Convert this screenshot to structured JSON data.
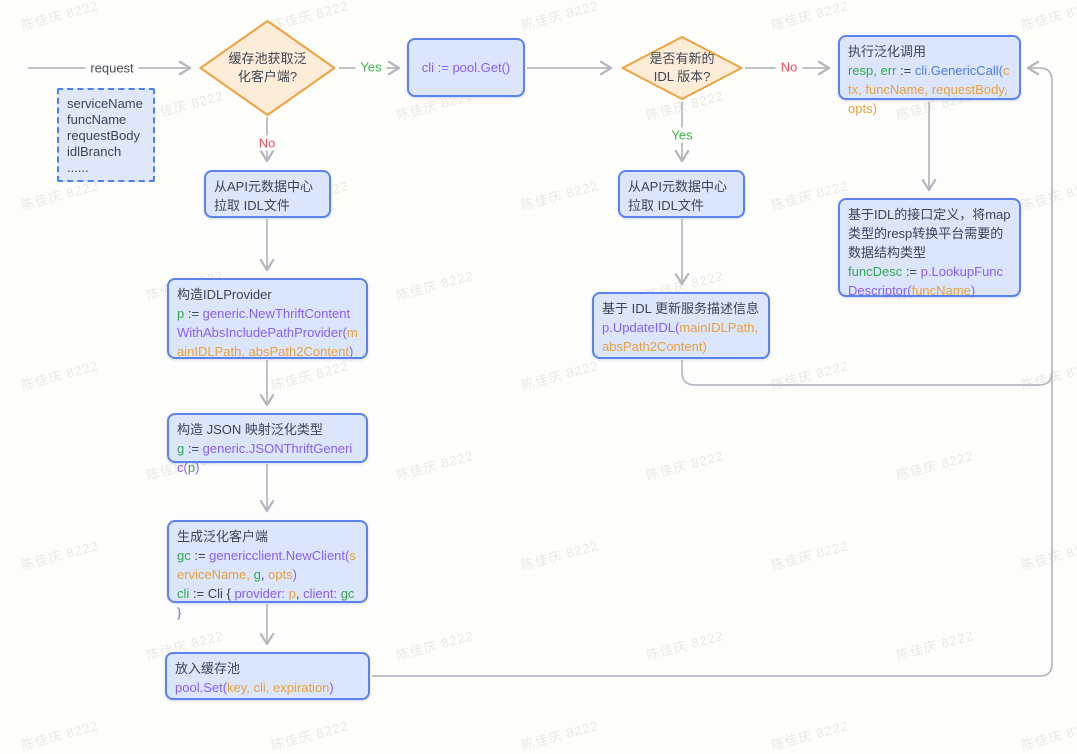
{
  "watermark": "陈佳庆 8222",
  "colors": {
    "background": "#fdfdfb",
    "box_fill": "#dbe5fc",
    "box_border": "#5d82ee",
    "dashed_border": "#4d7ef2",
    "diamond_fill": "#fcecd8",
    "diamond_border": "#f0a23e",
    "connector": "#b4b8be",
    "yes_label": "#3cb54a",
    "no_label": "#ef4f5c",
    "code_green": "#35a84c",
    "code_purple": "#8a5ef5",
    "code_orange": "#e8a23b",
    "code_blue": "#4d7ce4",
    "text": "#3e4552"
  },
  "labels": {
    "request": "request",
    "yes1": "Yes",
    "no1": "No",
    "no2": "No",
    "yes2": "Yes"
  },
  "params_box": {
    "lines": [
      "serviceName",
      "funcName",
      "requestBody",
      "idlBranch",
      "......"
    ]
  },
  "decision_cache": {
    "line1": "缓存池获取泛",
    "line2": "化客户端?"
  },
  "decision_idl": {
    "line1": "是否有新的",
    "line2": "IDL 版本?"
  },
  "pool_get": {
    "code": [
      {
        "t": "cli := pool.Get()",
        "c": "purple"
      }
    ]
  },
  "generic_call": {
    "title": "执行泛化调用",
    "code": [
      {
        "t": "resp, err",
        "c": "green"
      },
      {
        "t": " := ",
        "c": "dark"
      },
      {
        "t": "cli.GenericCall(",
        "c": "blue"
      },
      {
        "t": "ctx, funcName, requestBody, opts)",
        "c": "orange"
      }
    ]
  },
  "lookup_desc": {
    "title": "基于IDL的接口定义，将map类型的resp转换平台需要的数据结构类型",
    "code": [
      {
        "t": "funcDesc",
        "c": "green"
      },
      {
        "t": " := ",
        "c": "dark"
      },
      {
        "t": "p.LookupFuncDescriptor(",
        "c": "purple"
      },
      {
        "t": "funcName",
        "c": "orange"
      },
      {
        "t": ")",
        "c": "purple"
      }
    ]
  },
  "pull_idl_left": {
    "text": "从API元数据中心拉取 IDL文件"
  },
  "pull_idl_mid": {
    "text": "从API元数据中心拉取 IDL文件"
  },
  "update_idl": {
    "title": "基于 IDL 更新服务描述信息",
    "code": [
      {
        "t": "p.UpdateIDL(",
        "c": "purple"
      },
      {
        "t": "mainIDLPath, absPath2Content)",
        "c": "orange"
      }
    ]
  },
  "provider": {
    "title": "构造IDLProvider",
    "code": [
      {
        "t": "p",
        "c": "green"
      },
      {
        "t": " := ",
        "c": "dark"
      },
      {
        "t": "generic.NewThriftContentWithAbsIncludePathProvider(",
        "c": "purple"
      },
      {
        "t": "mainIDLPath, absPath2Content",
        "c": "orange"
      },
      {
        "t": ")",
        "c": "purple"
      }
    ]
  },
  "json_generic": {
    "title": "构造 JSON 映射泛化类型",
    "code": [
      {
        "t": "g",
        "c": "green"
      },
      {
        "t": " := ",
        "c": "dark"
      },
      {
        "t": "generic.JSONThriftGeneric(",
        "c": "purple"
      },
      {
        "t": "p",
        "c": "green"
      },
      {
        "t": ")",
        "c": "purple"
      }
    ]
  },
  "new_client": {
    "title": "生成泛化客户端",
    "code1": [
      {
        "t": "gc",
        "c": "green"
      },
      {
        "t": " := ",
        "c": "dark"
      },
      {
        "t": "genericclient.NewClient(",
        "c": "purple"
      },
      {
        "t": "serviceName, ",
        "c": "orange"
      },
      {
        "t": "g",
        "c": "green"
      },
      {
        "t": ", ",
        "c": "dark"
      },
      {
        "t": "opts",
        "c": "orange"
      },
      {
        "t": ")",
        "c": "purple"
      }
    ],
    "code2": [
      {
        "t": "cli",
        "c": "green"
      },
      {
        "t": " := Cli { ",
        "c": "dark"
      },
      {
        "t": "provider: ",
        "c": "purple"
      },
      {
        "t": "p",
        "c": "orange"
      },
      {
        "t": ", ",
        "c": "dark"
      },
      {
        "t": "client: ",
        "c": "purple"
      },
      {
        "t": "gc",
        "c": "green"
      },
      {
        "t": " }",
        "c": "purple"
      }
    ]
  },
  "pool_set": {
    "title": "放入缓存池",
    "code": [
      {
        "t": "pool.Set(",
        "c": "purple"
      },
      {
        "t": "key, cli, expiration",
        "c": "orange"
      },
      {
        "t": ")",
        "c": "purple"
      }
    ]
  }
}
